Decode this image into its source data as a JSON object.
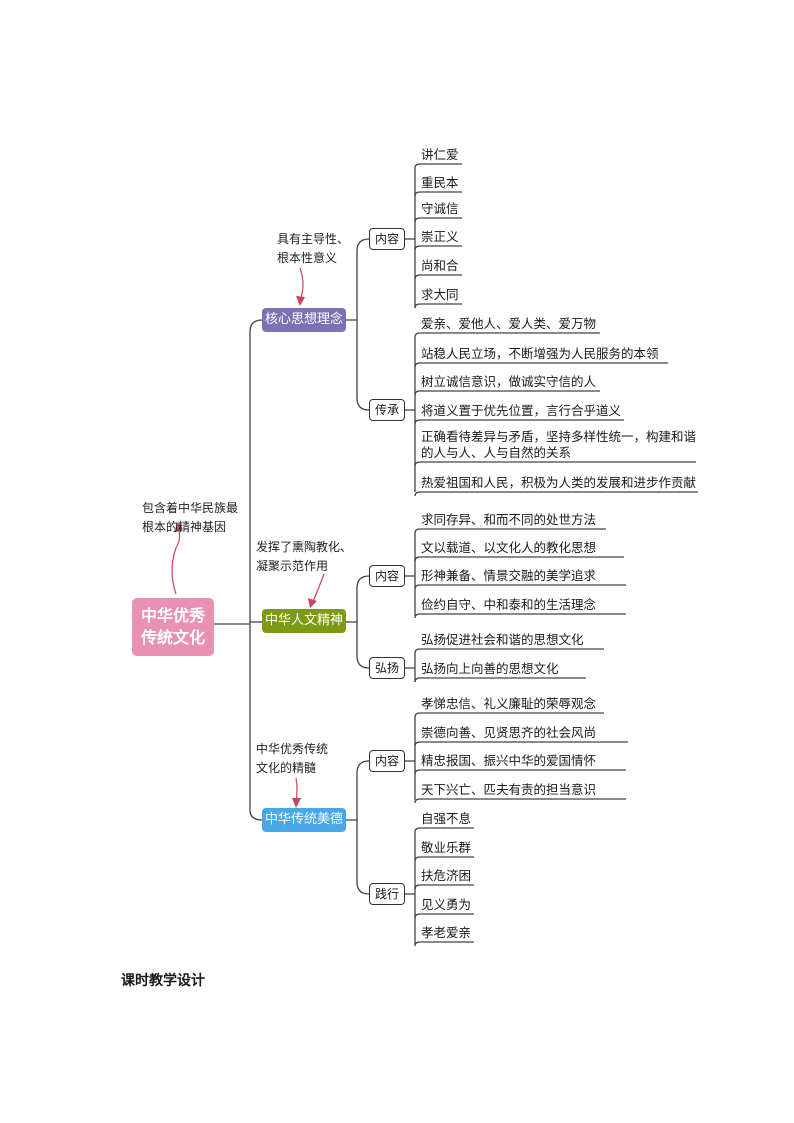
{
  "root": {
    "line1": "中华优秀",
    "line2": "传统文化"
  },
  "root_note": {
    "line1": "包含着中华民族最",
    "line2": "根本的精神基因"
  },
  "branches": [
    {
      "label": "核心思想理念",
      "note": {
        "line1": "具有主导性、",
        "line2": "根本性意义"
      },
      "groups": [
        {
          "label": "内容",
          "items": [
            "讲仁爱",
            "重民本",
            "守诚信",
            "崇正义",
            "尚和合",
            "求大同"
          ]
        },
        {
          "label": "传承",
          "items": [
            "爱亲、爱他人、爱人类、爱万物",
            "站稳人民立场，不断增强为人民服务的本领",
            "树立诚信意识，做诚实守信的人",
            "将道义置于优先位置，言行合乎道义",
            "正确看待差异与矛盾，坚持多样性统一，构建和谐",
            "热爱祖国和人民，积极为人类的发展和进步作贡献"
          ],
          "item5_line2": "的人与人、人与自然的关系"
        }
      ]
    },
    {
      "label": "中华人文精神",
      "note": {
        "line1": "发挥了熏陶教化、",
        "line2": "凝聚示范作用"
      },
      "groups": [
        {
          "label": "内容",
          "items": [
            "求同存异、和而不同的处世方法",
            "文以载道、以文化人的教化思想",
            "形神兼备、情景交融的美学追求",
            "俭约自守、中和泰和的生活理念"
          ]
        },
        {
          "label": "弘扬",
          "items": [
            "弘扬促进社会和谐的思想文化",
            "弘扬向上向善的思想文化"
          ]
        }
      ]
    },
    {
      "label": "中华传统美德",
      "note": {
        "line1": "中华优秀传统",
        "line2": "文化的精髓"
      },
      "groups": [
        {
          "label": "内容",
          "items": [
            "孝悌忠信、礼义廉耻的荣辱观念",
            "崇德向善、见贤思齐的社会风尚",
            "精忠报国、振兴中华的爱国情怀",
            "天下兴亡、匹夫有责的担当意识"
          ]
        },
        {
          "label": "践行",
          "items": [
            "自强不息",
            "敬业乐群",
            "扶危济困",
            "见义勇为",
            "孝老爱亲"
          ]
        }
      ]
    }
  ],
  "footer": "课时教学设计"
}
